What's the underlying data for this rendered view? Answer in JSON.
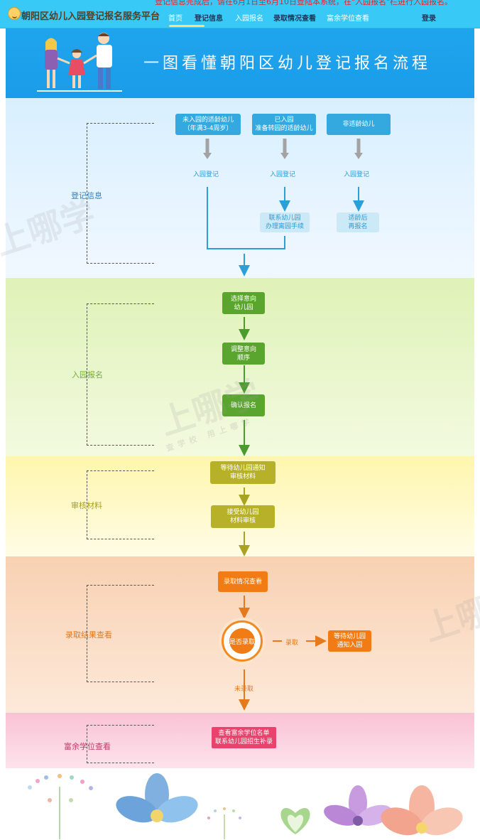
{
  "header": {
    "notice": "登记信息完成后，请在6月1日至6月10日登陆本系统，在\"入园报名\"栏进行入园报名。",
    "site_title": "朝阳区幼儿入园登记报名服务平台",
    "nav": [
      "首页",
      "登记信息",
      "入园报名",
      "录取情况查看",
      "富余学位查看",
      "登录"
    ],
    "active_nav": "首页"
  },
  "banner": {
    "title": "一图看懂朝阳区幼儿登记报名流程"
  },
  "sections": {
    "register": {
      "label": "登记信息",
      "case1": [
        "未入园的适龄幼儿",
        "（年满3-4周岁）"
      ],
      "case2": [
        "已入园",
        "准备转园的适龄幼儿"
      ],
      "case3": "非适龄幼儿",
      "step1": "入园登记",
      "step2": "入园登记",
      "step3": "入园登记",
      "contact": [
        "联系幼儿园",
        "办理离园手续"
      ],
      "later": [
        "适龄后",
        "再报名"
      ]
    },
    "enroll": {
      "label": "入园报名",
      "choose": [
        "选择意向",
        "幼儿园"
      ],
      "adjust": [
        "调整意向",
        "顺序"
      ],
      "confirm": "确认报名"
    },
    "review": {
      "label": "审核材料",
      "wait": [
        "等待幼儿园通知",
        "审核材料"
      ],
      "submit": [
        "接受幼儿园",
        "材料审核"
      ]
    },
    "result": {
      "label": "录取结果查看",
      "check": "录取情况查看",
      "decision": "是否录取",
      "yes": "录取",
      "no": "未录取",
      "notice": [
        "等待幼儿园",
        "通知入园"
      ]
    },
    "spare": {
      "label": "富余学位查看",
      "info": [
        "查看富余学位名单",
        "联系幼儿园招生补录"
      ]
    }
  },
  "watermarks": [
    "上哪学",
    "上哪学",
    "上哪学",
    "查学校 用上哪学"
  ],
  "colors": {
    "header_bg": "#39c9f7",
    "banner_bg": "#1fa5ec",
    "register_bg": "#d8efff",
    "enroll_bg": "#dff2b7",
    "review_bg": "#fff6ad",
    "result_bg": "#f8d1b2",
    "spare_bg": "#f9c2d5",
    "notice_red": "#e0262f"
  }
}
